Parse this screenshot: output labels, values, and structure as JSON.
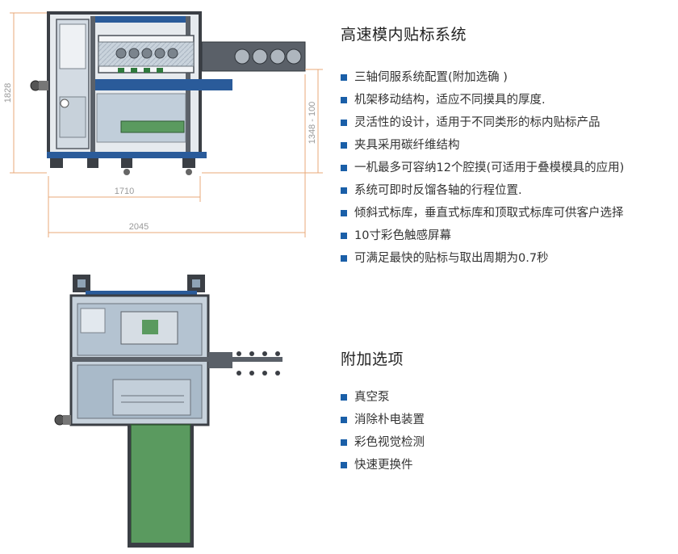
{
  "drawing_labels": {
    "height_total": "1828",
    "height_table": "1348 - 100",
    "width_inner": "1710",
    "width_total": "2045"
  },
  "main_section": {
    "title": "高速模内贴标系统",
    "items": [
      "三轴伺服系统配置(附加选确 )",
      "机架移动结构，适应不同摸具的厚度.",
      "灵活性的设计，适用于不同类形的标内贴标产品",
      "夹具采用碳纤维结构",
      "一机最多可容纳12个腔摸(可适用于叠模模具的应用)",
      "系统可即时反馏各轴的行程位置.",
      "倾斜式标库，垂直式标库和顶取式标库可供客户选择",
      "10寸彩色触感屏幕",
      "可满足最快的贴标与取出周期为0.7秒"
    ]
  },
  "option_section": {
    "title": "附加选项",
    "items": [
      "真空泵",
      "消除朴电装置",
      "彩色视觉检测",
      "快速更换件"
    ]
  },
  "colors": {
    "accent": "#1a5fa8",
    "dimension": "#e8a878",
    "frame": "#3b3f45",
    "glass": "#9fb4c6",
    "conveyor": "#5a9a5f"
  }
}
